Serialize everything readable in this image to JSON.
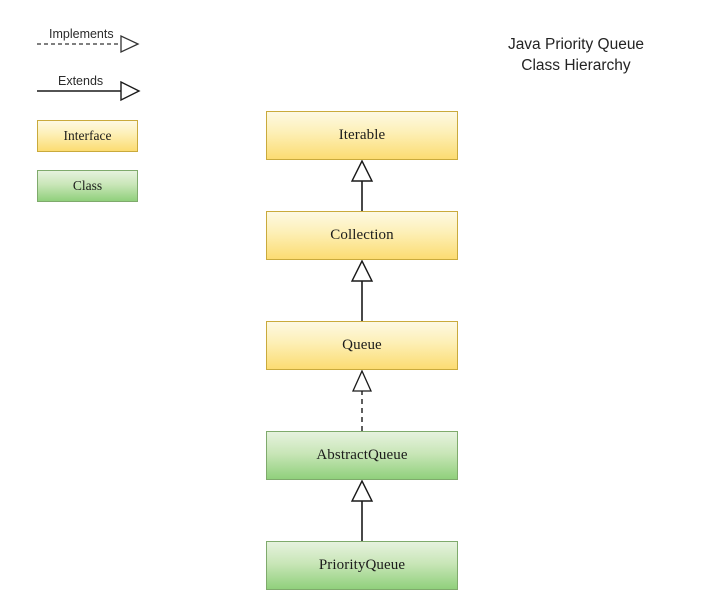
{
  "title": {
    "line1": "Java Priority Queue",
    "line2": "Class Hierarchy"
  },
  "legend": {
    "relations": [
      {
        "label": "Implements",
        "style": "dashed",
        "arrow": "hollow-triangle"
      },
      {
        "label": "Extends",
        "style": "solid",
        "arrow": "hollow-triangle"
      }
    ],
    "swatches": [
      {
        "label": "Interface",
        "kind": "interface",
        "fill_top": "#fdf9e3",
        "fill_bottom": "#fcdc72",
        "border": "#c9aa3c"
      },
      {
        "label": "Class",
        "kind": "class",
        "fill_top": "#e6f2de",
        "fill_bottom": "#90d07c",
        "border": "#7faa6c"
      }
    ]
  },
  "hierarchy": {
    "nodes": [
      {
        "label": "Iterable",
        "kind": "interface"
      },
      {
        "label": "Collection",
        "kind": "interface"
      },
      {
        "label": "Queue",
        "kind": "interface"
      },
      {
        "label": "AbstractQueue",
        "kind": "class"
      },
      {
        "label": "PriorityQueue",
        "kind": "class"
      }
    ],
    "edges": [
      {
        "from": "Collection",
        "to": "Iterable",
        "relation": "Extends",
        "style": "solid"
      },
      {
        "from": "Queue",
        "to": "Collection",
        "relation": "Extends",
        "style": "solid"
      },
      {
        "from": "AbstractQueue",
        "to": "Queue",
        "relation": "Implements",
        "style": "dashed"
      },
      {
        "from": "PriorityQueue",
        "to": "AbstractQueue",
        "relation": "Extends",
        "style": "solid"
      }
    ]
  },
  "colors": {
    "background": "#ffffff",
    "line": "#1a1a1a",
    "text": "#1c1c1c"
  }
}
